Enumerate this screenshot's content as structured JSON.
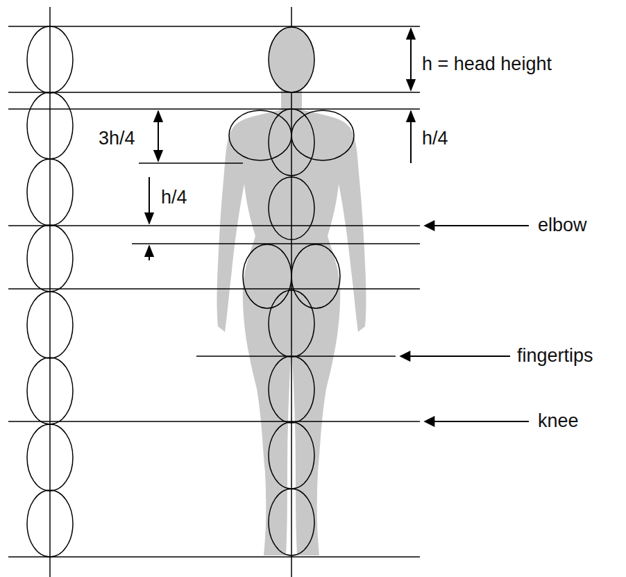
{
  "diagram": {
    "labels": [
      "h = head height",
      "h/4",
      "3h/4",
      "h/4",
      "elbow",
      "fingertips",
      "knee"
    ]
  }
}
